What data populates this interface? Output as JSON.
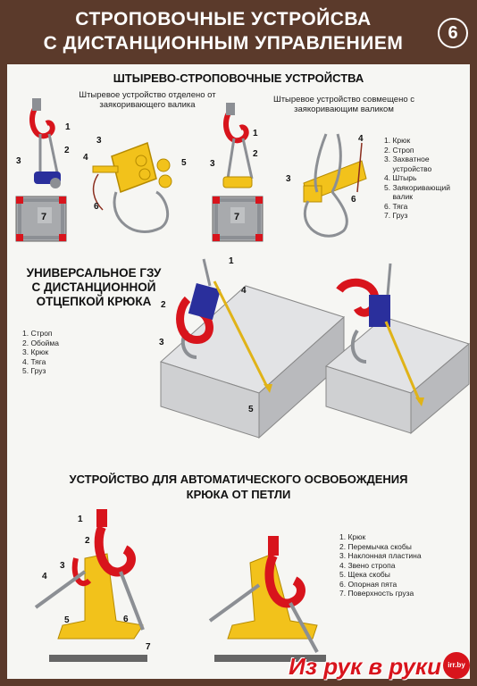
{
  "header": {
    "title_line1": "СТРОПОВОЧНЫЕ УСТРОЙСВА",
    "title_line2": "С ДИСТАНЦИОННЫМ УПРАВЛЕНИЕМ",
    "sheet_number": "6"
  },
  "section1": {
    "heading": "ШТЫРЕВО-СТРОПОВОЧНЫЕ УСТРОЙСТВА",
    "caption_left": "Штыревое устройство отделено от заякоривающего валика",
    "caption_right": "Штыревое устройство совмещено с заякоривающим валиком",
    "legend": [
      "1. Крюк",
      "2. Строп",
      "3. Захватное\n    устройство",
      "4. Штырь",
      "5. Заякоривающий\n    валик",
      "6. Тяга",
      "7. Груз"
    ],
    "callouts": [
      "1",
      "2",
      "3",
      "7",
      "3",
      "4",
      "5",
      "6",
      "1",
      "2",
      "3",
      "7",
      "4",
      "3",
      "6"
    ]
  },
  "section2": {
    "heading_line1": "УНИВЕРСАЛЬНОЕ ГЗУ",
    "heading_line2": "С ДИСТАНЦИОННОЙ",
    "heading_line3": "ОТЦЕПКОЙ КРЮКА",
    "legend": [
      "1. Строп",
      "2. Обойма",
      "3. Крюк",
      "4. Тяга",
      "5. Груз"
    ],
    "callouts": [
      "1",
      "2",
      "3",
      "4",
      "5"
    ]
  },
  "section3": {
    "heading_line1": "УСТРОЙСТВО ДЛЯ АВТОМАТИЧЕСКОГО ОСВОБОЖДЕНИЯ",
    "heading_line2": "КРЮКА ОТ ПЕТЛИ",
    "legend": [
      "1. Крюк",
      "2. Перемычка скобы",
      "3. Наклонная пластина",
      "4. Звено стропа",
      "5. Щека скобы",
      "6. Опорная пята",
      "7. Поверхность груза"
    ],
    "callouts": [
      "1",
      "2",
      "3",
      "4",
      "5",
      "6",
      "7"
    ]
  },
  "watermark": {
    "text": "Из рук в руки",
    "badge": "irr.by"
  },
  "colors": {
    "frame": "#5b3a2b",
    "hook_red": "#d8141c",
    "yellow": "#f2c21b",
    "blue": "#2a2f9c",
    "concrete": "#cfd0d2",
    "gray_steel": "#8c8f94"
  }
}
